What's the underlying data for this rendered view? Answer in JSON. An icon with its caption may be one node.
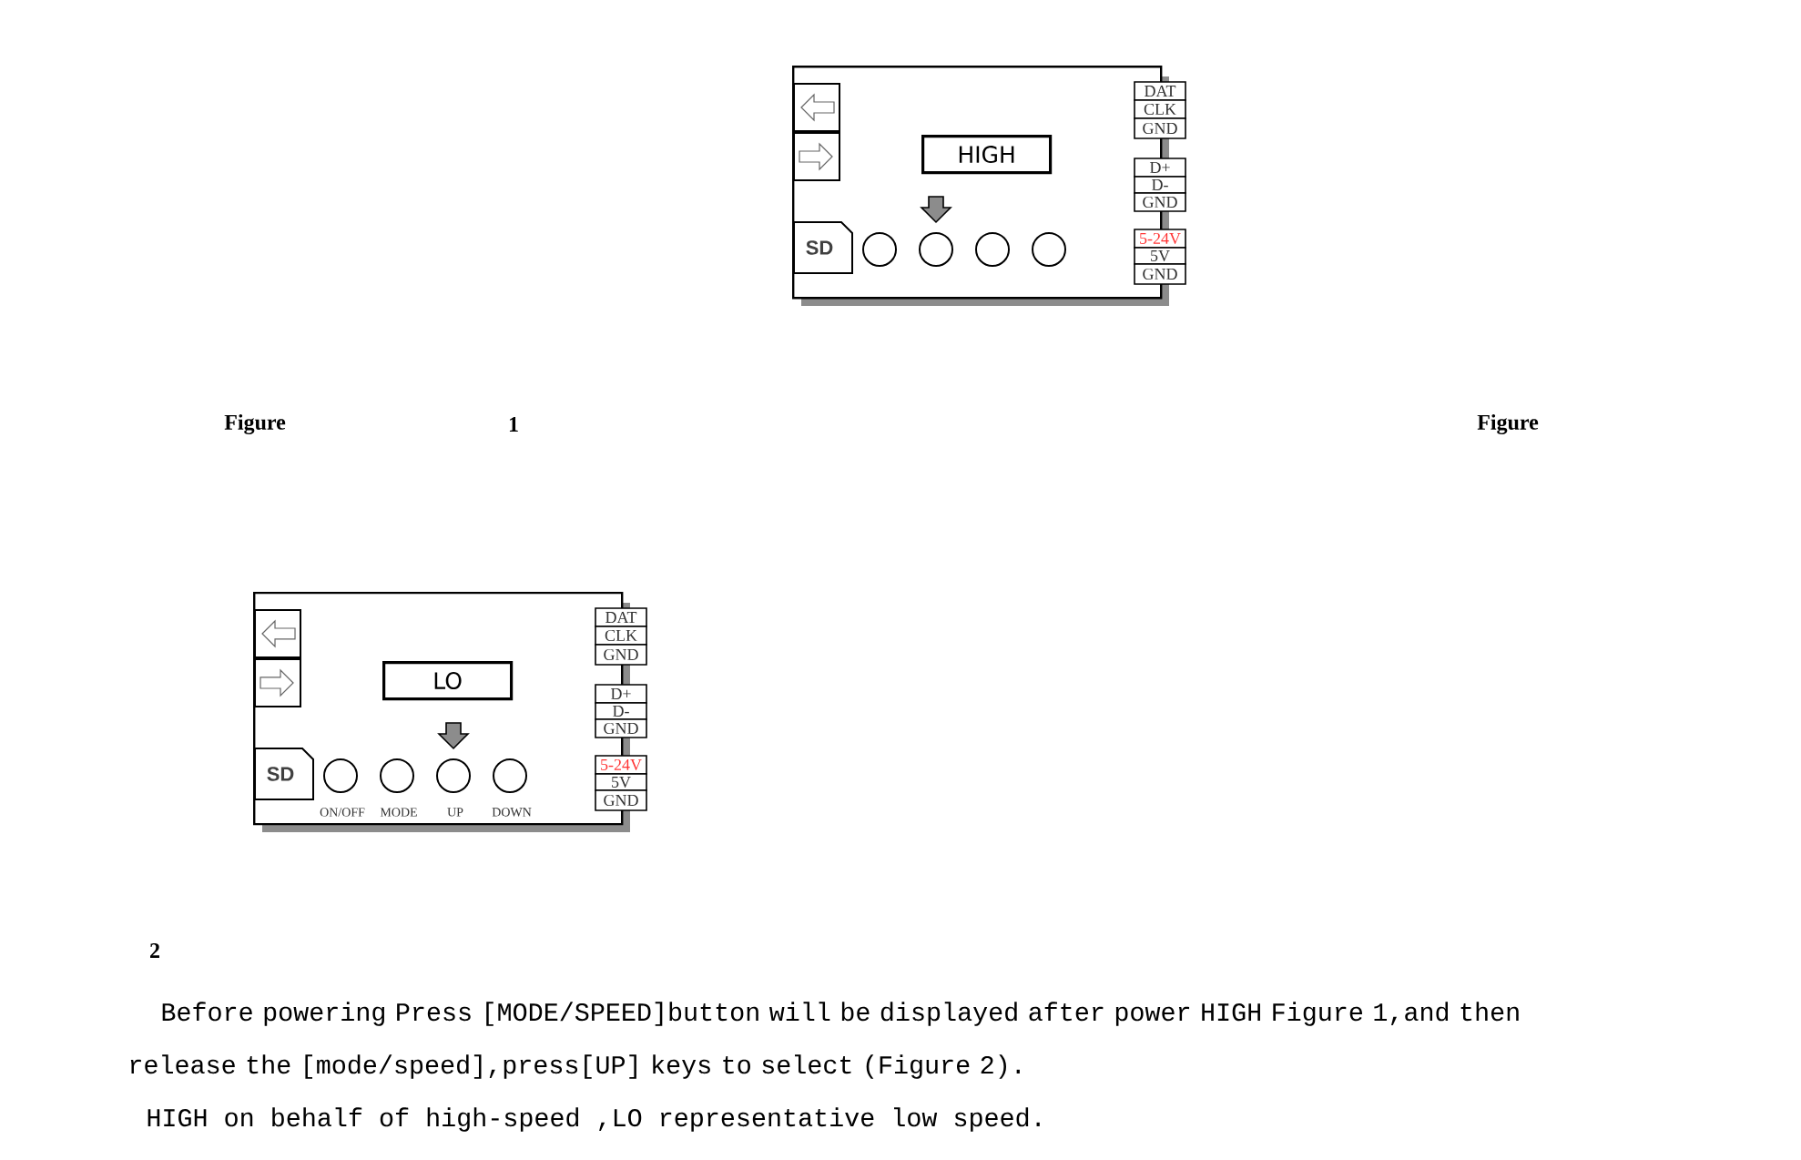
{
  "diagram": {
    "nodes": [
      {
        "text": [],
        "shape": "box"
      },
      {
        "text": [
          "HIGH"
        ],
        "in": 0
      },
      {
        "text": [
          "SD"
        ],
        "in": 0
      },
      {
        "text": [],
        "shape": "circle",
        "in": 0
      },
      {
        "text": [],
        "shape": "circle",
        "in": 0
      },
      {
        "text": [],
        "shape": "circle",
        "in": 0
      },
      {
        "text": [],
        "shape": "circle",
        "in": 0
      },
      {
        "text": [
          "DAT"
        ]
      },
      {
        "text": [
          "CLK"
        ]
      },
      {
        "text": [
          "GND"
        ]
      },
      {
        "text": [
          "D+"
        ]
      },
      {
        "text": [
          "D-"
        ]
      },
      {
        "text": [
          "GND"
        ]
      },
      {
        "text": [
          "5-24V"
        ]
      },
      {
        "text": [
          "5V"
        ]
      },
      {
        "text": [
          "GND"
        ]
      },
      {
        "text": [],
        "shape": "box"
      },
      {
        "text": [
          "LO"
        ],
        "in": 16
      },
      {
        "text": [
          "SD"
        ],
        "in": 16
      },
      {
        "text": [],
        "shape": "circle",
        "in": 16,
        "beside": [
          "ON/OFF"
        ]
      },
      {
        "text": [],
        "shape": "circle",
        "in": 16,
        "beside": [
          "MODE"
        ]
      },
      {
        "text": [],
        "shape": "circle",
        "in": 16,
        "beside": [
          "UP"
        ]
      },
      {
        "text": [],
        "shape": "circle",
        "in": 16,
        "beside": [
          "DOWN"
        ]
      },
      {
        "text": [
          "DAT"
        ]
      },
      {
        "text": [
          "CLK"
        ]
      },
      {
        "text": [
          "GND"
        ]
      },
      {
        "text": [
          "D+"
        ]
      },
      {
        "text": [
          "D-"
        ]
      },
      {
        "text": [
          "GND"
        ]
      },
      {
        "text": [
          "5-24V"
        ]
      },
      {
        "text": [
          "5V"
        ]
      },
      {
        "text": [
          "GND"
        ]
      }
    ],
    "labels": [
      "Figure",
      "1",
      "Figure",
      "2",
      "Before powering Press [MODE/SPEED]button will be displayed after power HIGH Figure 1,and then release the [mode/speed],press[UP] keys to select (Figure 2).",
      "HIGH on behalf of high-speed ,LO representative low speed."
    ]
  }
}
